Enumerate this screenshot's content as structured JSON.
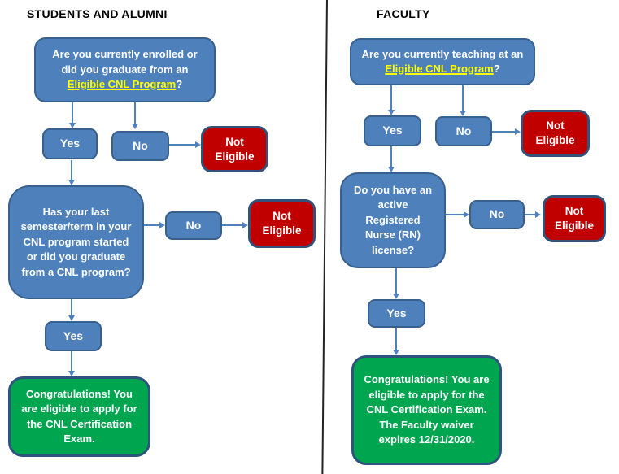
{
  "colors": {
    "blue_fill": "#4E80BC",
    "blue_border": "#38608C",
    "red_fill": "#C00000",
    "red_border": "#33527A",
    "green_fill": "#00A550",
    "green_border": "#2E547E",
    "arrow": "#4F81BD",
    "link": "#FFFF00",
    "divider": "#242424",
    "header_text": "#000000",
    "box_text": "#FFFFFF"
  },
  "students": {
    "header": "STUDENTS AND ALUMNI",
    "q1": {
      "pre": "Are you currently enrolled or did you graduate from an ",
      "link": "Eligible CNL Program",
      "post": "?"
    },
    "yes1": "Yes",
    "no1": "No",
    "not_eligible1": "Not Eligible",
    "q2": "Has your last semester/term in your CNL program started or did you graduate from a CNL program?",
    "no2": "No",
    "not_eligible2": "Not Eligible",
    "yes2": "Yes",
    "result": "Congratulations! You are eligible to apply for the CNL Certification Exam."
  },
  "faculty": {
    "header": "FACULTY",
    "q1": {
      "pre": "Are you currently teaching at an ",
      "link": "Eligible CNL Program",
      "post": "?"
    },
    "yes1": "Yes",
    "no1": "No",
    "not_eligible1": "Not Eligible",
    "q2": "Do you have an active Registered Nurse (RN) license?",
    "no2": "No",
    "not_eligible2": "Not Eligible",
    "yes2": "Yes",
    "result": "Congratulations! You are eligible to apply for the CNL Certification Exam. The Faculty waiver expires 12/31/2020."
  }
}
